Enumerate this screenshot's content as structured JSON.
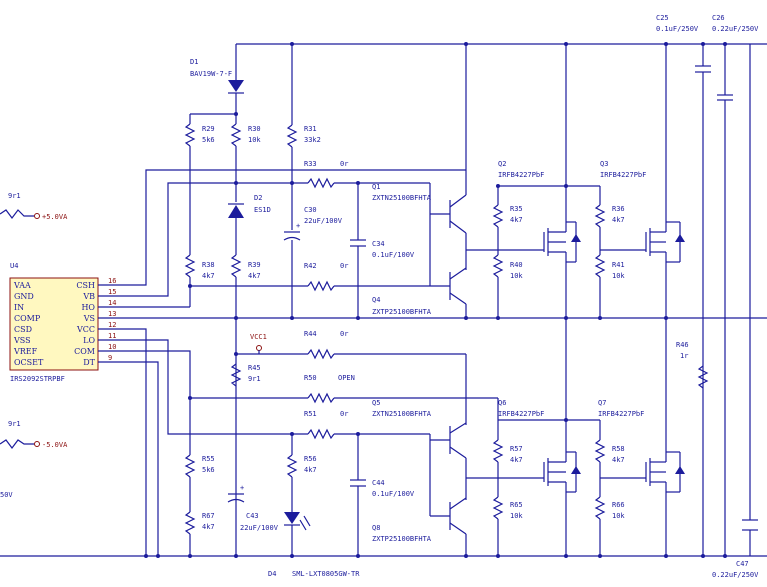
{
  "chip": {
    "ref": "U4",
    "part": "IRS2092STRPBF",
    "left_pins": [
      "VAA",
      "GND",
      "IN",
      "COMP",
      "CSD",
      "VSS",
      "VREF",
      "OCSET"
    ],
    "right_pins": [
      "CSH",
      "VB",
      "HO",
      "VS",
      "VCC",
      "LO",
      "COM",
      "DT"
    ],
    "pin_numbers": [
      "16",
      "15",
      "14",
      "13",
      "12",
      "11",
      "10",
      "9"
    ]
  },
  "power": {
    "pos_rail": "+5.0VA",
    "neg_rail": "-5.0VA",
    "pos_ref": "9r1",
    "neg_ref": "9r1",
    "left_cut": "50V",
    "vcc": "VCC1"
  },
  "diodes": {
    "d1_ref": "D1",
    "d1_part": "BAV19W-7-F",
    "d2_ref": "D2",
    "d2_part": "ES1D",
    "d4_ref": "D4",
    "d4_part": "SML-LXT0805GW-TR"
  },
  "resistors": [
    {
      "ref": "R29",
      "value": "5k6"
    },
    {
      "ref": "R30",
      "value": "10k"
    },
    {
      "ref": "R31",
      "value": "33k2"
    },
    {
      "ref": "R33",
      "value": "0r"
    },
    {
      "ref": "R38",
      "value": "4k7"
    },
    {
      "ref": "R39",
      "value": "4k7"
    },
    {
      "ref": "R42",
      "value": "0r"
    },
    {
      "ref": "R35",
      "value": "4k7"
    },
    {
      "ref": "R40",
      "value": "10k"
    },
    {
      "ref": "R36",
      "value": "4k7"
    },
    {
      "ref": "R41",
      "value": "10k"
    },
    {
      "ref": "R44",
      "value": "0r"
    },
    {
      "ref": "R45",
      "value": "9r1"
    },
    {
      "ref": "R50",
      "value": "OPEN"
    },
    {
      "ref": "R51",
      "value": "0r"
    },
    {
      "ref": "R55",
      "value": "5k6"
    },
    {
      "ref": "R56",
      "value": "4k7"
    },
    {
      "ref": "R57",
      "value": "4k7"
    },
    {
      "ref": "R65",
      "value": "10k"
    },
    {
      "ref": "R58",
      "value": "4k7"
    },
    {
      "ref": "R66",
      "value": "10k"
    },
    {
      "ref": "R67",
      "value": "4k7"
    },
    {
      "ref": "R46",
      "value": "1r"
    }
  ],
  "capacitors": {
    "c25_ref": "C25",
    "c25_value": "0.1uF/250V",
    "c26_ref": "C26",
    "c26_value": "0.22uF/250V",
    "c30_ref": "C30",
    "c30_value": "22uF/100V",
    "c34_ref": "C34",
    "c34_value": "0.1uF/100V",
    "c43_ref": "C43",
    "c43_value": "22uF/100V",
    "c44_ref": "C44",
    "c44_value": "0.1uF/100V",
    "c47_ref": "C47",
    "c47_value": "0.22uF/250V"
  },
  "transistors": {
    "q1_ref": "Q1",
    "q1_part": "ZXTN25100BFHTA",
    "q4_ref": "Q4",
    "q4_part": "ZXTP25100BFHTA",
    "q5_ref": "Q5",
    "q5_part": "ZXTN25100BFHTA",
    "q8_ref": "Q8",
    "q8_part": "ZXTP25100BFHTA",
    "q2_ref": "Q2",
    "q2_part": "IRFB4227PbF",
    "q3_ref": "Q3",
    "q3_part": "IRFB4227PbF",
    "q6_ref": "Q6",
    "q6_part": "IRFB4227PbF",
    "q7_ref": "Q7",
    "q7_part": "IRFB4227PbF"
  },
  "colors": {
    "wire": "#1c1c9c",
    "chip_fill": "#fff8c0",
    "chip_border": "#8b1010",
    "pin_text": "#8b1010"
  }
}
